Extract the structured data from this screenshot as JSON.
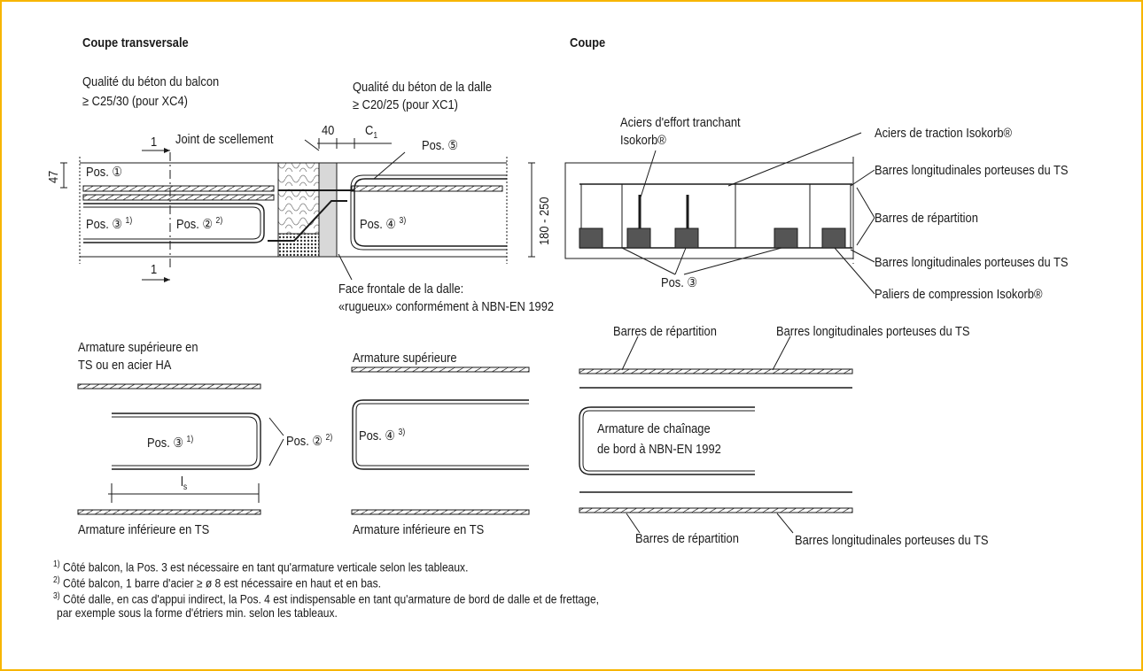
{
  "colors": {
    "frame": "#f7b500",
    "ink": "#1a1a1a",
    "steel": "#3a3a3a",
    "insulation": "#d8d8d8"
  },
  "left": {
    "title": "Coupe transversale",
    "balcony_quality_1": "Qualité du béton du balcon",
    "balcony_quality_2": "≥ C25/30 (pour XC4)",
    "slab_quality_1": "Qualité du béton de la dalle",
    "slab_quality_2": "≥ C20/25 (pour XC1)",
    "joint": "Joint de scellement",
    "dim_40": "40",
    "dim_c1": "C",
    "dim_c1_sub": "1",
    "section_mark": "1",
    "dim_47": "47",
    "dim_height": "180 - 250",
    "pos1": "Pos. ①",
    "pos3": "Pos. ③",
    "pos3_sup": "1)",
    "pos2": "Pos. ②",
    "pos2_sup": "2)",
    "pos4": "Pos. ④",
    "pos4_sup": "3)",
    "pos5": "Pos. ⑤",
    "face_1": "Face frontale de la dalle:",
    "face_2": "«rugueux» conformément à NBN-EN 1992"
  },
  "right": {
    "title": "Coupe",
    "shear_1": "Aciers d'effort tranchant",
    "shear_2": "Isokorb®",
    "traction": "Aciers de traction Isokorb®",
    "long_top": "Barres longitudinales porteuses du TS",
    "repartition": "Barres de répartition",
    "long_bottom": "Barres longitudinales porteuses du TS",
    "compression": "Paliers de compression Isokorb®",
    "pos3": "Pos. ③"
  },
  "lower": {
    "arm_sup_ts_1": "Armature supérieure en",
    "arm_sup_ts_2": "TS ou en acier HA",
    "pos3": "Pos. ③",
    "pos3_sup": "1)",
    "pos2": "Pos. ②",
    "pos2_sup": "2)",
    "ls": "l",
    "ls_sub": "s",
    "arm_inf_1": "Armature inférieure en TS",
    "arm_sup": "Armature supérieure",
    "pos4": "Pos. ④",
    "pos4_sup": "3)",
    "arm_inf_2": "Armature inférieure en TS",
    "rep_top": "Barres de répartition",
    "long_top": "Barres longitudinales porteuses du TS",
    "chainage_1": "Armature de chaînage",
    "chainage_2": "de bord à NBN-EN 1992",
    "rep_bottom": "Barres de répartition",
    "long_bottom": "Barres longitudinales porteuses du TS"
  },
  "footnotes": [
    {
      "mark": "1)",
      "text": "Côté balcon, la Pos. 3 est nécessaire en tant qu'armature verticale selon les tableaux."
    },
    {
      "mark": "2)",
      "text": "Côté balcon, 1 barre d'acier ≥ ø 8 est nécessaire en haut et en bas."
    },
    {
      "mark": "3)",
      "text": "Côté dalle, en cas d'appui indirect, la Pos. 4 est indispensable en tant qu'armature de bord de dalle et de frettage,"
    },
    {
      "mark": "",
      "text": "par exemple sous la forme d'étriers min. selon les tableaux."
    }
  ]
}
